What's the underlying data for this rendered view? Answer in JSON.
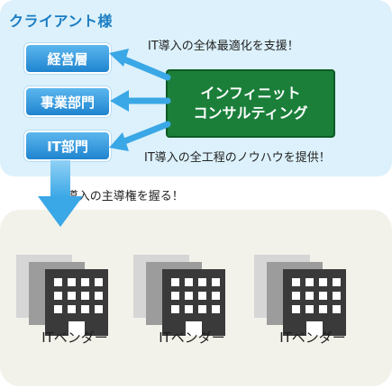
{
  "client": {
    "title": "クライアント様",
    "departments": [
      "経営層",
      "事業部門",
      "IT部門"
    ]
  },
  "consultant": {
    "line1": "インフィニット",
    "line2": "コンサルティング"
  },
  "callouts": {
    "top": "IT導入の全体最適化を支援！",
    "bottom": "IT導入の全工程のノウハウを提供！",
    "lead": "IT導入の主導権を握る！"
  },
  "vendors": [
    "ITベンダー",
    "ITベンダー",
    "ITベンダー"
  ],
  "colors": {
    "client_panel": "#dcf1fb",
    "vendor_panel": "#f2f2ea",
    "department_blue": "#1f84cf",
    "consultant_green": "#1b7f3a",
    "arrow_blue": "#3aa7e6"
  }
}
